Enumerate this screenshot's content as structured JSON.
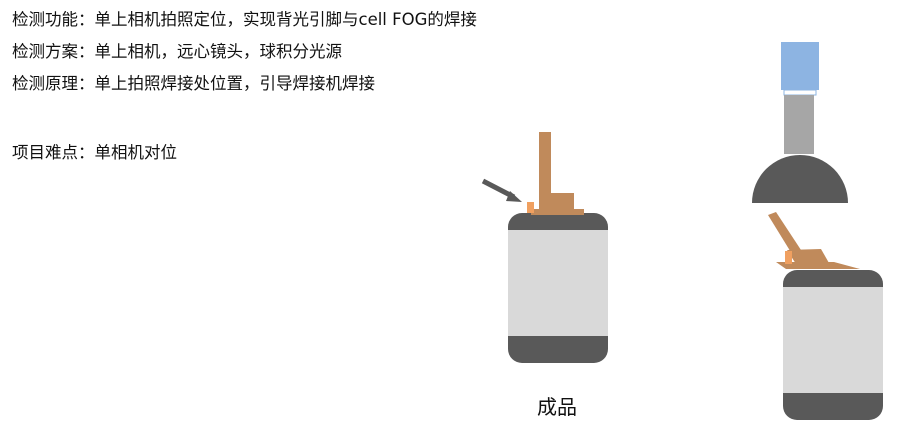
{
  "text": {
    "line1": "检测功能：单上相机拍照定位，实现背光引脚与cell FOG的焊接",
    "line2": "检测方案：单上相机，远心镜头，球积分光源",
    "line3": "检测原理：单上拍照焊接处位置，引导焊接机焊接",
    "line4": "项目难点：单相机对位"
  },
  "caption": "成品",
  "colors": {
    "cell_dark": "#595959",
    "cell_light": "#d9d9d9",
    "fpc_brown": "#c08a5b",
    "pin_orange": "#f0a060",
    "arrow_gray": "#595959",
    "camera_blue": "#8db4e2",
    "lens_gray": "#a6a6a6",
    "light_dome": "#595959"
  }
}
